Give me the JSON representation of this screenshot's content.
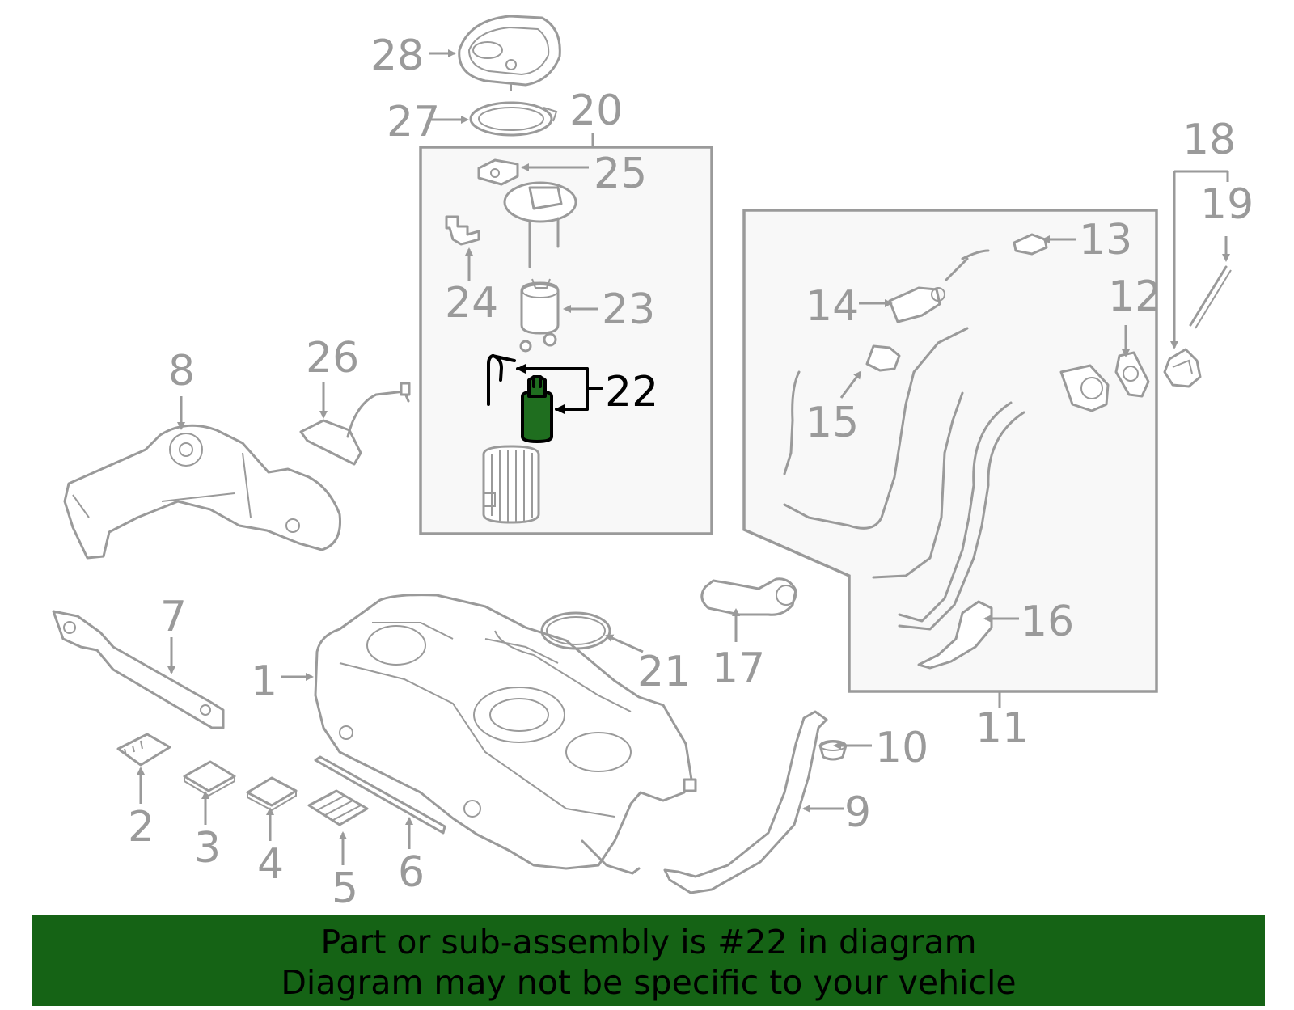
{
  "callouts": {
    "c1": "1",
    "c2": "2",
    "c3": "3",
    "c4": "4",
    "c5": "5",
    "c6": "6",
    "c7": "7",
    "c8": "8",
    "c9": "9",
    "c10": "10",
    "c11": "11",
    "c12": "12",
    "c13": "13",
    "c14": "14",
    "c15": "15",
    "c16": "16",
    "c17": "17",
    "c18": "18",
    "c19": "19",
    "c20": "20",
    "c21": "21",
    "c22": "22",
    "c23": "23",
    "c24": "24",
    "c25": "25",
    "c26": "26",
    "c27": "27",
    "c28": "28"
  },
  "highlight": {
    "part_number": "22",
    "color": "#1f6e1f"
  },
  "banner": {
    "line1": "Part or sub-assembly is #22 in diagram",
    "line2": "Diagram may not be specific to your vehicle",
    "background": "#156315"
  }
}
